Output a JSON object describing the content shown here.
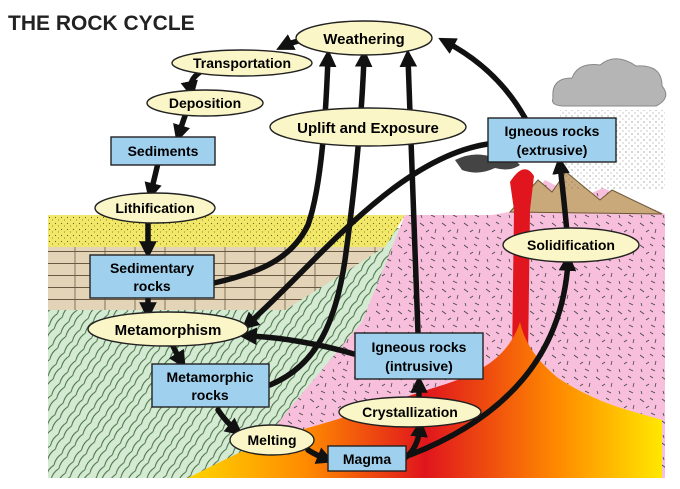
{
  "title": "THE ROCK CYCLE",
  "processes": {
    "weathering": "Weathering",
    "transportation": "Transportation",
    "deposition": "Deposition",
    "lithification": "Lithification",
    "uplift": "Uplift and Exposure",
    "metamorphism": "Metamorphism",
    "melting": "Melting",
    "crystallization": "Crystallization",
    "solidification": "Solidification"
  },
  "rocks": {
    "sediments": "Sediments",
    "sedimentary": [
      "Sedimentary",
      "rocks"
    ],
    "metamorphic": [
      "Metamorphic",
      "rocks"
    ],
    "igneous_intrusive": [
      "Igneous rocks",
      "(intrusive)"
    ],
    "igneous_extrusive": [
      "Igneous rocks",
      "(extrusive)"
    ],
    "magma": "Magma"
  },
  "colors": {
    "ellipse_fill": "#fbf6c7",
    "box_fill": "#9fd0ee",
    "arrow": "#111111",
    "sand": "#f1e86a",
    "sedimentary_layers": "#e3d4b8",
    "metamorphic": "#d4ead2",
    "igneous": "#f7bfdc",
    "magma_red": "#e0151d",
    "magma_yellow": "#ffe700",
    "mountain": "#c9a87a",
    "cloud": "#b5b5b5"
  }
}
